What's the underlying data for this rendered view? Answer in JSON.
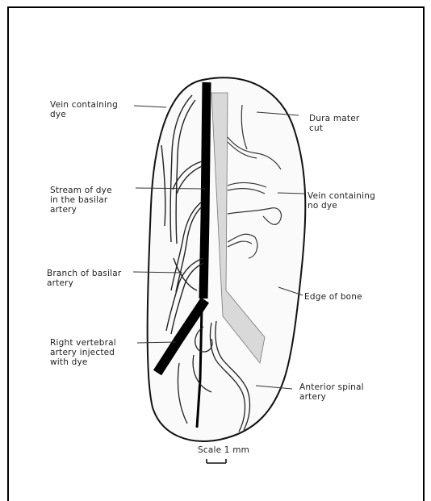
{
  "labels": {
    "vein_with_dye": "Vein containing\ndye",
    "dura_mater": "Dura mater\ncut",
    "stream_of_dye": "Stream of dye\nin the basilar\nartery",
    "vein_no_dye": "Vein containing\nno dye",
    "branch_basilar": "Branch of basilar\nartery",
    "edge_of_bone": "Edge of bone",
    "right_vertebral": "Right vertebral\nartery injected\nwith dye",
    "anterior_spinal": "Anterior spinal\nartery",
    "scale": "Scale 1 mm"
  }
}
